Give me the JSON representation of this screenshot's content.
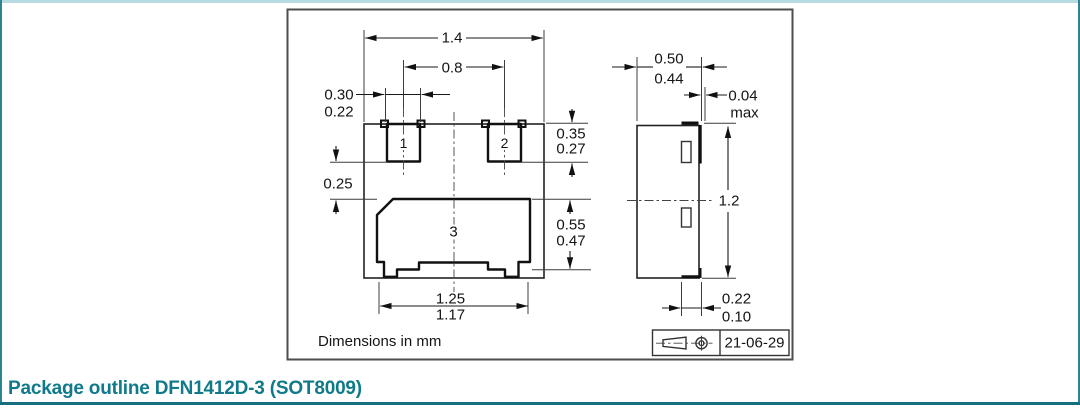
{
  "page": {
    "caption": "Package outline DFN1412D-3 (SOT8009)",
    "accent_color": "#107a8b",
    "top_strip_color": "#b6dbe2",
    "border_color": "#2f8493"
  },
  "drawing": {
    "note": "Dimensions in mm",
    "revision_date": "21-06-29",
    "icons": {
      "projection": "first-angle-projection"
    },
    "bottom_view": {
      "pad1_label": "1",
      "pad2_label": "2",
      "pad3_label": "3",
      "dim_body_width": "1.4",
      "dim_pad_pitch": "0.8",
      "dim_pad_width_max": "0.30",
      "dim_pad_width_min": "0.22",
      "dim_pad_gap": "0.25",
      "dim_pad_length_max": "0.35",
      "dim_pad_length_min": "0.27",
      "dim_pad3_length_max": "0.55",
      "dim_pad3_length_min": "0.47",
      "dim_pad3_width_max": "1.25",
      "dim_pad3_width_min": "1.17"
    },
    "side_view": {
      "dim_depth_max": "0.50",
      "dim_depth_min": "0.44",
      "dim_standoff": "0.04",
      "dim_standoff_qualifier": "max",
      "dim_height": "1.2",
      "dim_lead_max": "0.22",
      "dim_lead_min": "0.10"
    }
  }
}
